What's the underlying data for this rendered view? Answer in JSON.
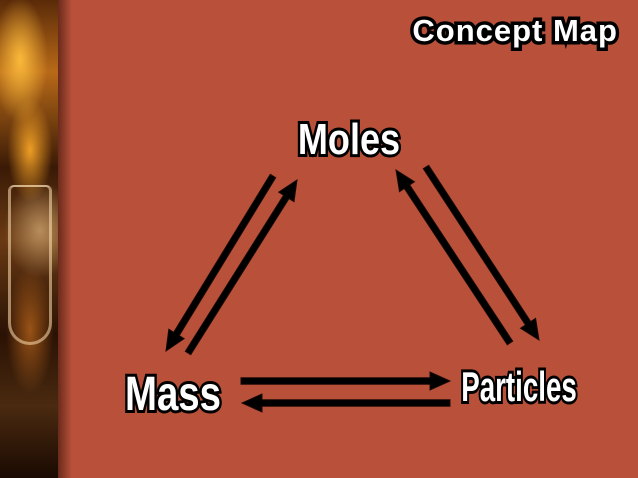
{
  "slide": {
    "title": "Concept Map",
    "background_color": "#b9513a"
  },
  "diagram": {
    "nodes": [
      {
        "id": "moles",
        "label": "Moles"
      },
      {
        "id": "mass",
        "label": "Mass"
      },
      {
        "id": "particles",
        "label": "Particles"
      }
    ],
    "edges": [
      {
        "from": "moles",
        "to": "mass"
      },
      {
        "from": "mass",
        "to": "moles"
      },
      {
        "from": "moles",
        "to": "particles"
      },
      {
        "from": "particles",
        "to": "moles"
      },
      {
        "from": "mass",
        "to": "particles"
      },
      {
        "from": "particles",
        "to": "mass"
      }
    ],
    "arrow_color": "#000000",
    "label_fill": "#ffffff",
    "label_outline": "#000000"
  }
}
